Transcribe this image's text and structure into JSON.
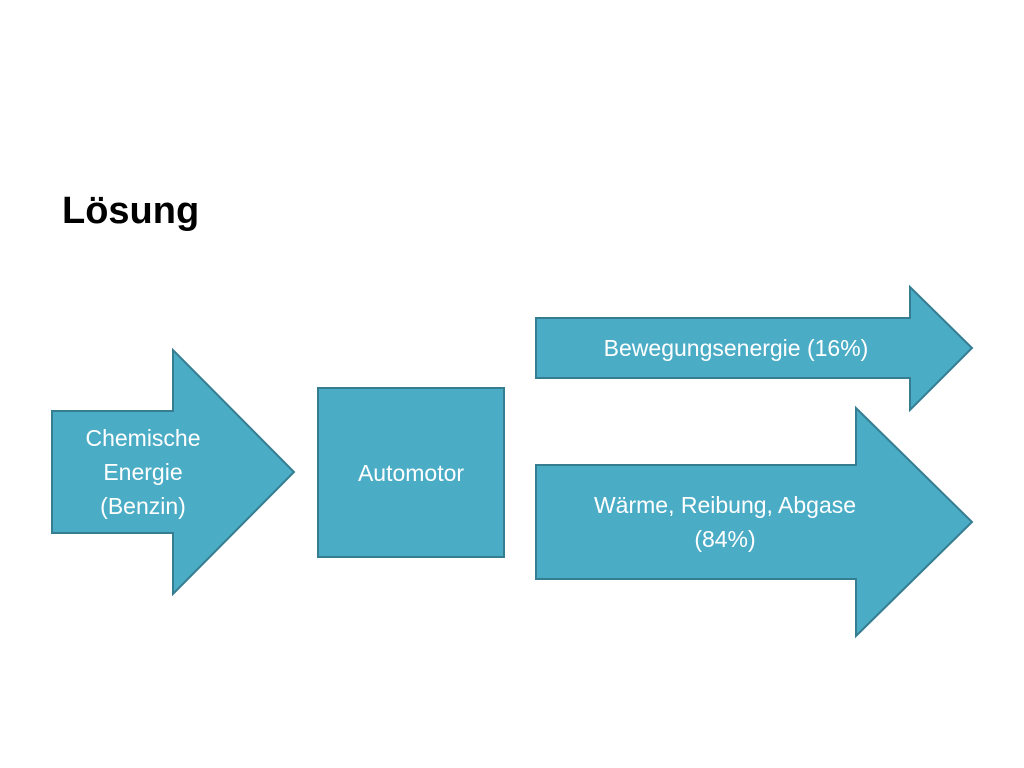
{
  "slide": {
    "title": "Lösung"
  },
  "colors": {
    "shape_fill": "#4bacc6",
    "shape_stroke": "#357d91",
    "label_text": "#ffffff"
  },
  "diagram": {
    "input_arrow": {
      "label_lines": [
        "Chemische",
        "Energie",
        "(Benzin)"
      ]
    },
    "engine_box": {
      "label": "Automotor"
    },
    "output_useful": {
      "label": "Bewegungsenergie (16%)"
    },
    "output_loss": {
      "label_lines": [
        "Wärme, Reibung, Abgase",
        "(84%)"
      ]
    }
  }
}
